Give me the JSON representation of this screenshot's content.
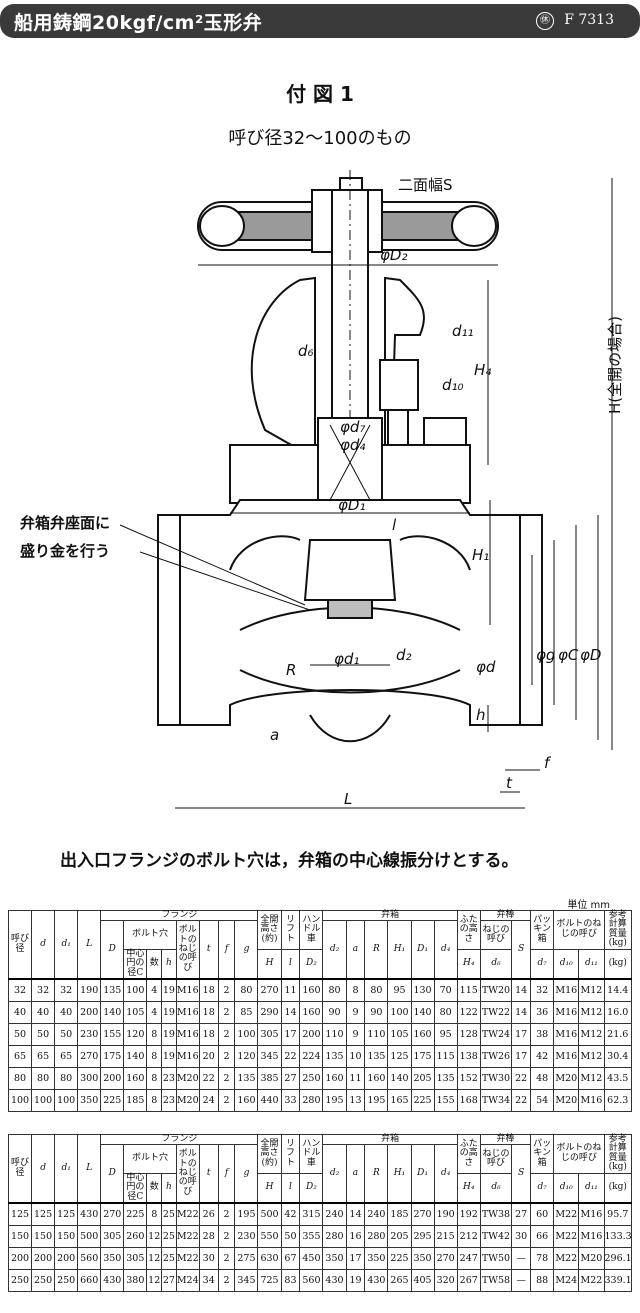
{
  "header": {
    "title": "船用鋳鋼20kgf/cm²玉形弁",
    "code": "F 7313",
    "icon": "jis-mark-icon"
  },
  "figure": {
    "title": "付 図 1",
    "subtitle": "呼び径32～100のもの",
    "labels": {
      "s": "二面幅S",
      "d2": "φD₂",
      "d11": "d₁₁",
      "d6": "d₆",
      "h4": "H₄",
      "d10": "d₁₀",
      "d7": "φd₇",
      "d4": "φd₄",
      "h_full": "H(全開の場合)",
      "d1_upper": "φD₁",
      "l": "l",
      "h1": "H₁",
      "seat_line1": "弁箱弁座面に",
      "seat_line2": "盛り金を行う",
      "phi_d": "φd",
      "phi_g": "φg",
      "phi_c": "φC",
      "phi_D": "φD",
      "r": "R",
      "d1_lower": "φd₁",
      "d2_lower": "d₂",
      "a": "a",
      "h": "h",
      "f": "f",
      "t": "t",
      "L": "L"
    }
  },
  "note": "出入口フランジのボルト穴は，弁箱の中心線振分けとする。",
  "unit": "単位 mm",
  "table1": {
    "groups": {
      "nominal": "呼び径",
      "flange": "フランジ",
      "bolt_hole": "ボルト穴",
      "full_open": "全開高さ(約)",
      "lift": "リフト",
      "handwheel": "ハンドル車",
      "body": "弁箱",
      "lid_h": "ふたの高さ",
      "stem": "弁棒",
      "packing": "パッキン箱",
      "bolt_thread": "ボルトのねじの呼び",
      "ref": "参考"
    },
    "sub": {
      "pcd": "中心円の径C",
      "num": "数",
      "bolt_name": "ボルトのねじの呼び",
      "stem_thread": "ねじの呼び",
      "weight": "計算質量(kg)"
    },
    "cols": [
      "d",
      "d₁",
      "L",
      "D",
      "C",
      "数",
      "h",
      "呼び",
      "t",
      "f",
      "g",
      "H",
      "l",
      "D₂",
      "d₂",
      "a",
      "R",
      "H₁",
      "D₁",
      "d₄",
      "H₄",
      "d₆",
      "S",
      "d₇",
      "d₁₀",
      "d₁₁",
      "(kg)"
    ],
    "rows": [
      [
        "32",
        "32",
        "32",
        "190",
        "135",
        "100",
        "4",
        "19",
        "M16",
        "18",
        "2",
        "80",
        "270",
        "11",
        "160",
        "80",
        "8",
        "80",
        "95",
        "130",
        "70",
        "115",
        "TW20",
        "14",
        "32",
        "M16",
        "M12",
        "14.4"
      ],
      [
        "40",
        "40",
        "40",
        "200",
        "140",
        "105",
        "4",
        "19",
        "M16",
        "18",
        "2",
        "85",
        "290",
        "14",
        "160",
        "90",
        "9",
        "90",
        "100",
        "140",
        "80",
        "122",
        "TW22",
        "14",
        "36",
        "M16",
        "M12",
        "16.0"
      ],
      [
        "50",
        "50",
        "50",
        "230",
        "155",
        "120",
        "8",
        "19",
        "M16",
        "18",
        "2",
        "100",
        "305",
        "17",
        "200",
        "110",
        "9",
        "110",
        "105",
        "160",
        "95",
        "128",
        "TW24",
        "17",
        "38",
        "M16",
        "M12",
        "21.6"
      ],
      [
        "65",
        "65",
        "65",
        "270",
        "175",
        "140",
        "8",
        "19",
        "M16",
        "20",
        "2",
        "120",
        "345",
        "22",
        "224",
        "135",
        "10",
        "135",
        "125",
        "175",
        "115",
        "138",
        "TW26",
        "17",
        "42",
        "M16",
        "M12",
        "30.4"
      ],
      [
        "80",
        "80",
        "80",
        "300",
        "200",
        "160",
        "8",
        "23",
        "M20",
        "22",
        "2",
        "135",
        "385",
        "27",
        "250",
        "160",
        "11",
        "160",
        "140",
        "205",
        "135",
        "152",
        "TW30",
        "22",
        "48",
        "M20",
        "M12",
        "43.5"
      ],
      [
        "100",
        "100",
        "100",
        "350",
        "225",
        "185",
        "8",
        "23",
        "M20",
        "24",
        "2",
        "160",
        "440",
        "33",
        "280",
        "195",
        "13",
        "195",
        "165",
        "225",
        "155",
        "168",
        "TW34",
        "22",
        "54",
        "M20",
        "M16",
        "62.3"
      ]
    ]
  },
  "table2": {
    "rows": [
      [
        "125",
        "125",
        "125",
        "430",
        "270",
        "225",
        "8",
        "25",
        "M22",
        "26",
        "2",
        "195",
        "500",
        "42",
        "315",
        "240",
        "14",
        "240",
        "185",
        "270",
        "190",
        "192",
        "TW38",
        "27",
        "60",
        "M22",
        "M16",
        "95.7"
      ],
      [
        "150",
        "150",
        "150",
        "500",
        "305",
        "260",
        "12",
        "25",
        "M22",
        "28",
        "2",
        "230",
        "550",
        "50",
        "355",
        "280",
        "16",
        "280",
        "205",
        "295",
        "215",
        "212",
        "TW42",
        "30",
        "66",
        "M22",
        "M16",
        "133.3"
      ],
      [
        "200",
        "200",
        "200",
        "560",
        "350",
        "305",
        "12",
        "25",
        "M22",
        "30",
        "2",
        "275",
        "630",
        "67",
        "450",
        "350",
        "17",
        "350",
        "225",
        "350",
        "270",
        "247",
        "TW50",
        "—",
        "78",
        "M22",
        "M20",
        "296.1"
      ],
      [
        "250",
        "250",
        "250",
        "660",
        "430",
        "380",
        "12",
        "27",
        "M24",
        "34",
        "2",
        "345",
        "725",
        "83",
        "560",
        "430",
        "19",
        "430",
        "265",
        "405",
        "320",
        "267",
        "TW58",
        "—",
        "88",
        "M24",
        "M22",
        "339.1"
      ]
    ]
  }
}
